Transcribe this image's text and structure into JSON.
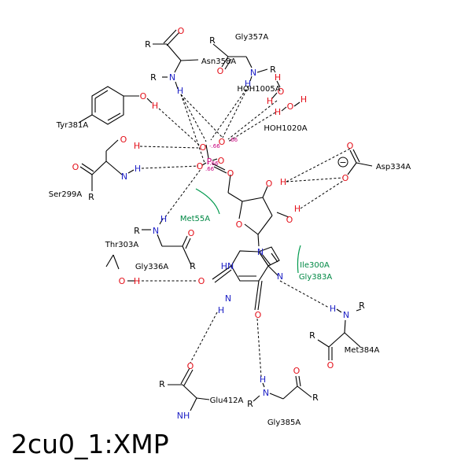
{
  "title": "2cu0_1:XMP",
  "colors": {
    "carbon": "#000000",
    "nitrogen": "#1f22c6",
    "oxygen": "#e3101a",
    "phosphorus": "#c8007d",
    "hydrophobic": "#008844"
  },
  "residues": {
    "gly357": "Gly357A",
    "asn358": "Asn358A",
    "hoh1005": "HOH1005A",
    "hoh1020": "HOH1020A",
    "tyr381": "Tyr381A",
    "asp334": "Asp334A",
    "ser299": "Ser299A",
    "thr303": "Thr303A",
    "gly336": "Gly336A",
    "met384": "Met384A",
    "glu412": "Glu412A",
    "gly385": "Gly385A"
  },
  "hydrophobic": {
    "met55": "Met55A",
    "ile300": "Ile300A",
    "gly383": "Gly383A"
  },
  "atoms": {
    "O": "O",
    "N": "N",
    "H": "H",
    "P": "P",
    "R": "R",
    "NH": "NH",
    "HN": "HN"
  },
  "charges": {
    "p1": "-.66",
    "p2": ".66",
    "p3": ".66",
    "p4": "-.66"
  },
  "minus": "−"
}
